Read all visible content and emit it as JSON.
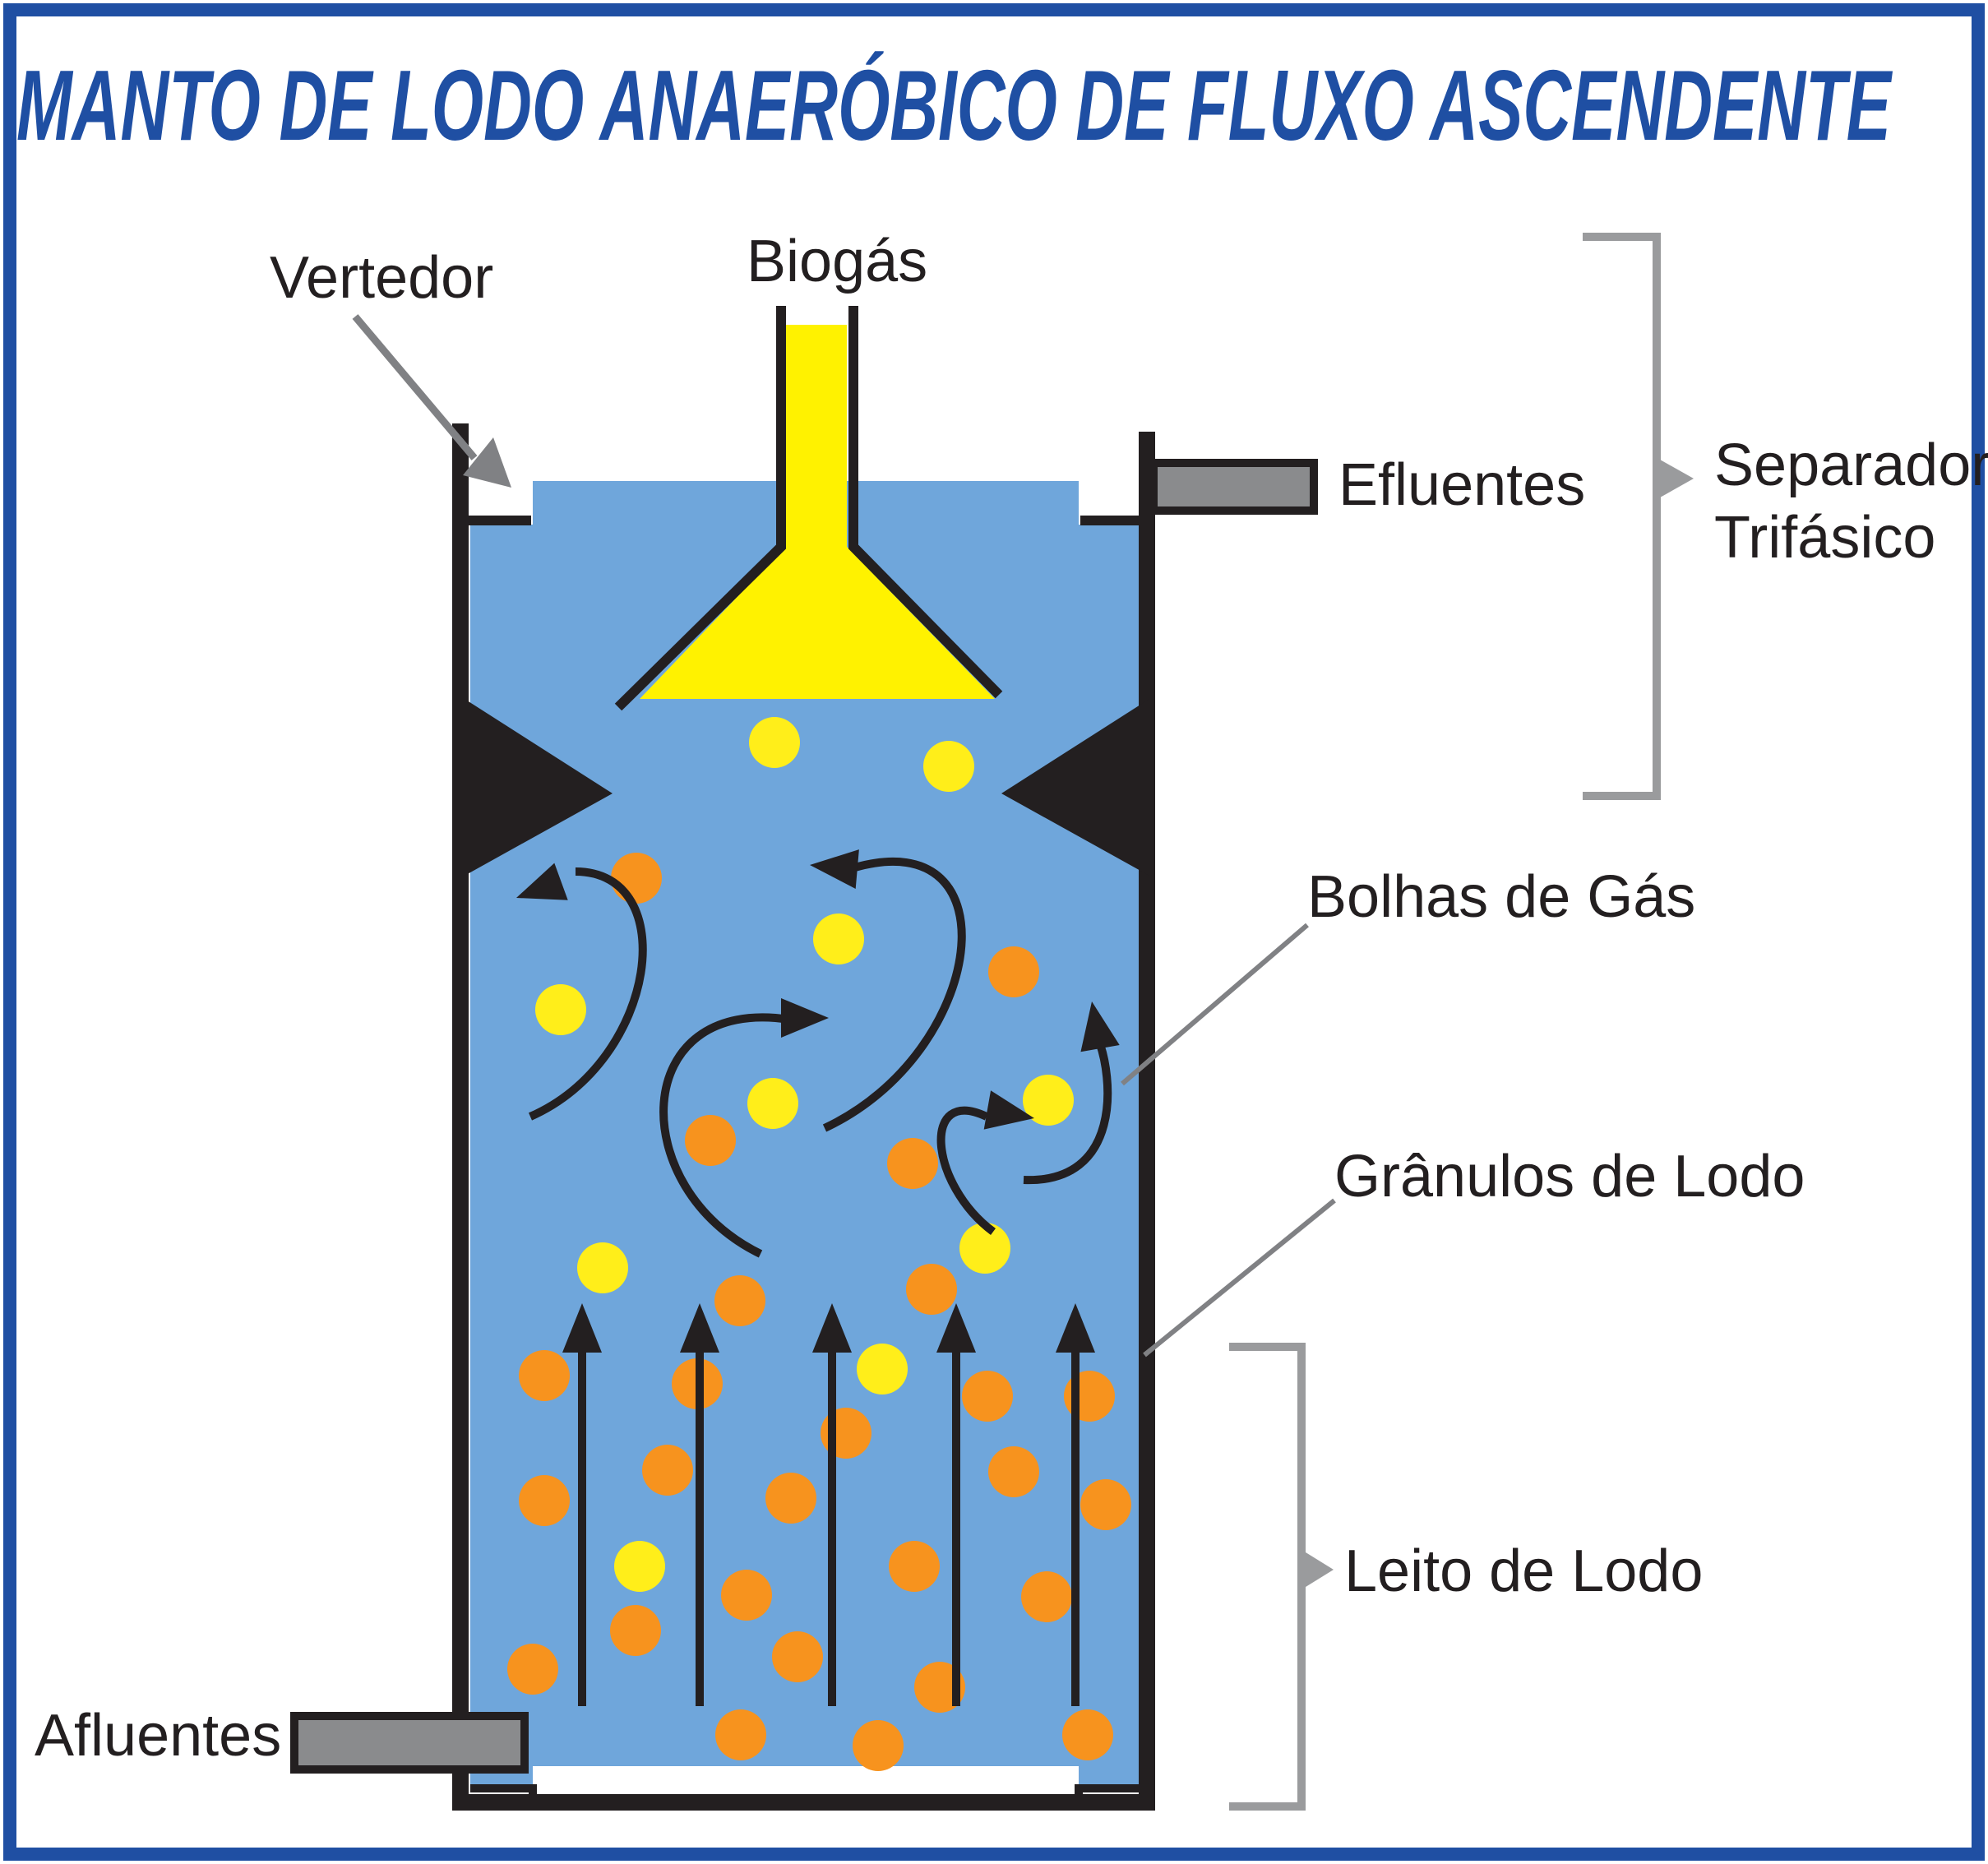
{
  "title": "MANTO DE LODO ANAERÓBICO DE FLUXO ASCENDENTE",
  "labels": {
    "vertedor": "Vertedor",
    "biogas": "Biogás",
    "efluentes": "Efluentes",
    "separador_line1": "Separador",
    "separador_line2": "Trifásico",
    "bolhas": "Bolhas de Gás",
    "granulos": "Grânulos de Lodo",
    "leito": "Leito de Lodo",
    "afluentes": "Afluentes"
  },
  "colors": {
    "frame_border": "#1f4fa3",
    "title": "#1f4fa3",
    "water": "#6fa6db",
    "gas_hood": "#fff200",
    "gas_bubble": "#ffee1a",
    "sludge_granule": "#f7931e",
    "wall": "#231f20",
    "pipe": "#8a8b8d",
    "bracket": "#9a9b9d",
    "pointer": "#808184"
  },
  "icons": {
    "flow_arrow": "arrow-up-icon",
    "circulation_arrow": "curved-arrow-icon"
  }
}
